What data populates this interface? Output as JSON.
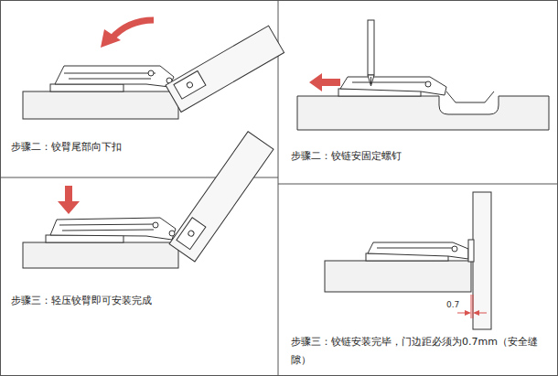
{
  "diagram": {
    "labels": [
      "步骤二：铰臂尾部向下扣",
      "步骤三：轻压铰臂即可安装完成",
      "步骤二：铰链安固定螺钉",
      "0.7",
      "步骤三：铰链安装完毕，门边距必须为0.7mm（安全缝隙）"
    ]
  }
}
